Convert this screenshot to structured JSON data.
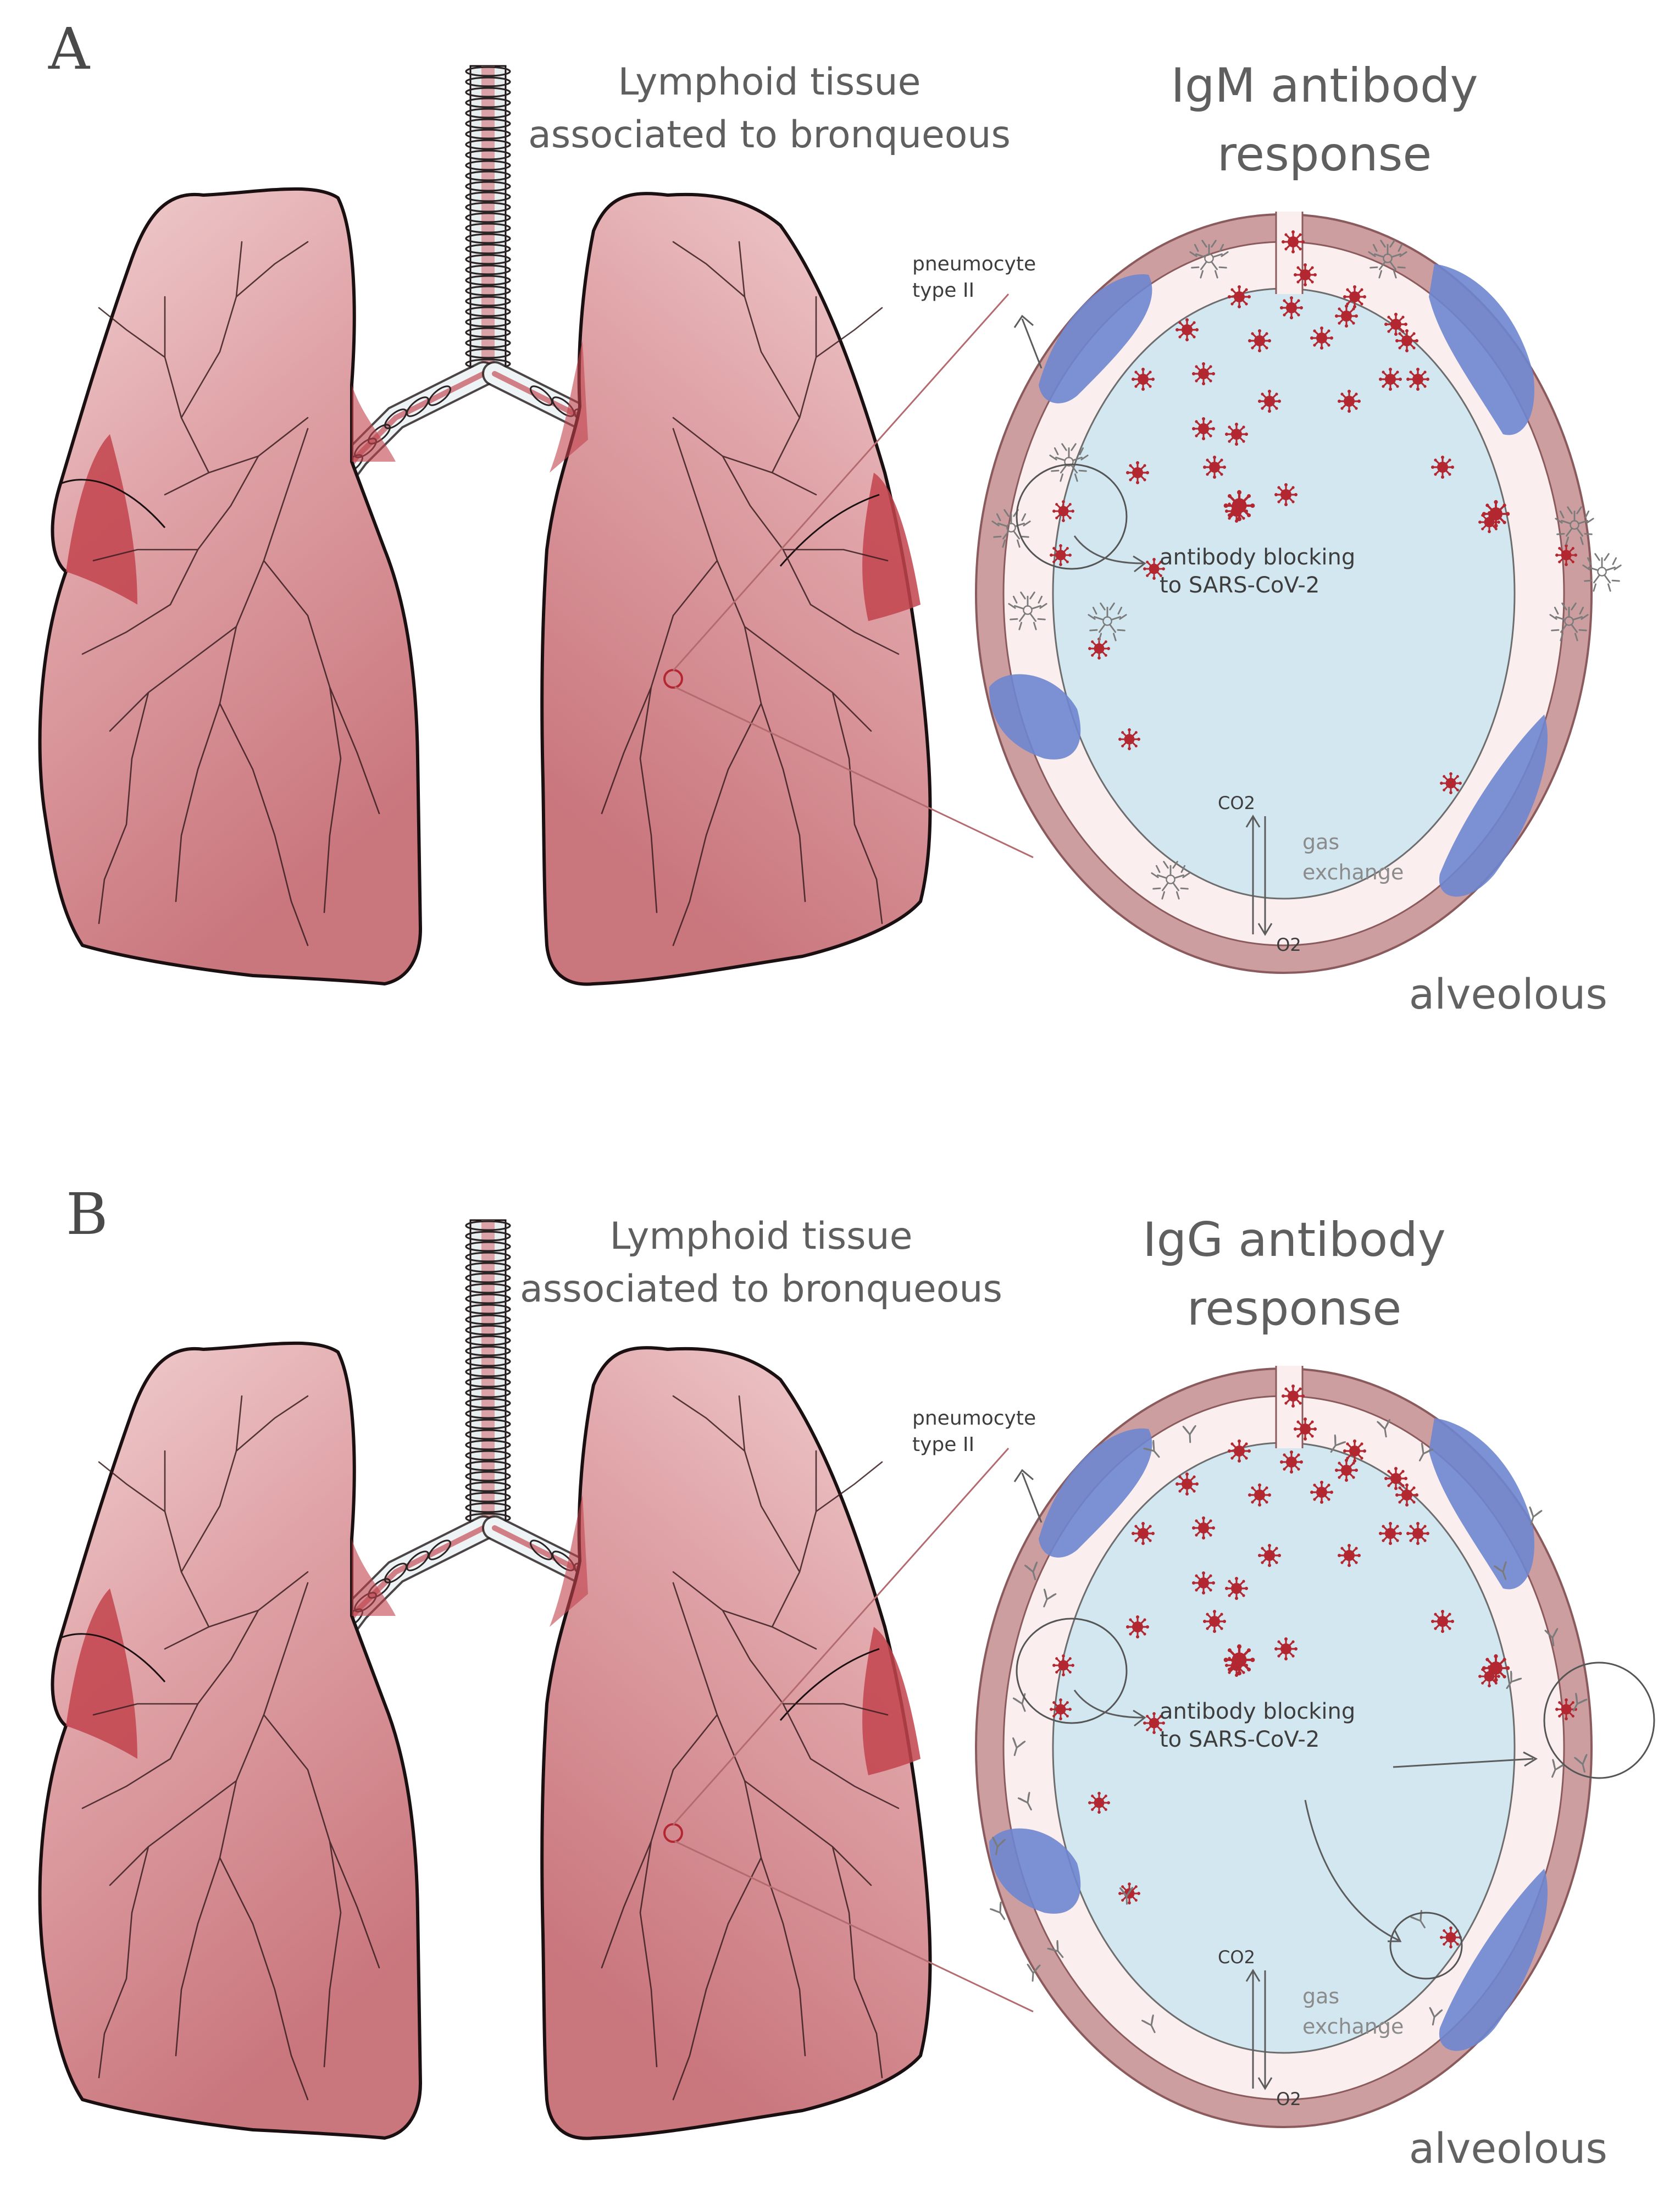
{
  "colors": {
    "background": "#ffffff",
    "lung_fill": "#d4878d",
    "lung_light": "#efc9cb",
    "lung_dark": "#c2434c",
    "lung_outline": "#1b1011",
    "airway_fill": "#eef3f6",
    "alveolus_wall": "#cc9ea0",
    "alveolus_wall_edge": "#8a5a5d",
    "alveolus_inner_ring": "#fbeeee",
    "alveolus_lumen": "#d3e7f1",
    "pneumocyte": "#6e86cf",
    "virus": "#b32730",
    "antibody_stroke": "#8a8a8a",
    "label_gray": "#5c5c5c",
    "zoom_line": "#b46b70"
  },
  "panels": [
    {
      "letter": "A",
      "tissue_label_line1": "Lymphoid tissue",
      "tissue_label_line2": "associated to bronqueous",
      "response_line1": "IgM antibody",
      "response_line2": "response",
      "pneumocyte_label_line1": "pneumocyte",
      "pneumocyte_label_line2": "type II",
      "blocking_line1": "antibody blocking",
      "blocking_line2": "to SARS-CoV-2",
      "co2_label": "CO2",
      "o2_label": "O2",
      "gas_line1": "gas",
      "gas_line2": "exchange",
      "alveolus_label": "alveolous",
      "antibody_type": "IgM"
    },
    {
      "letter": "B",
      "tissue_label_line1": "Lymphoid tissue",
      "tissue_label_line2": "associated to bronqueous",
      "response_line1": "IgG antibody",
      "response_line2": "response",
      "pneumocyte_label_line1": "pneumocyte",
      "pneumocyte_label_line2": "type II",
      "blocking_line1": "antibody blocking",
      "blocking_line2": "to SARS-CoV-2",
      "co2_label": "CO2",
      "o2_label": "O2",
      "gas_line1": "gas",
      "gas_line2": "exchange",
      "alveolus_label": "alveolous",
      "antibody_type": "IgG"
    }
  ]
}
